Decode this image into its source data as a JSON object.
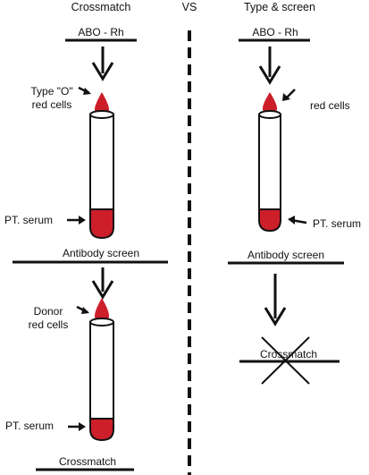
{
  "left_column": {
    "title": "Crossmatch",
    "step1_label": "ABO - Rh",
    "cells_label_line1": "Type \"O\"",
    "cells_label_line2": "red cells",
    "serum_label": "PT. serum",
    "step2_label": "Antibody screen",
    "donor_label_line1": "Donor",
    "donor_label_line2": "red cells",
    "serum_label_2": "PT. serum",
    "step3_label": "Crossmatch"
  },
  "divider_label": "VS",
  "right_column": {
    "title": "Type & screen",
    "step1_label": "ABO - Rh",
    "cells_label": "red cells",
    "serum_label": "PT. serum",
    "step2_label": "Antibody screen",
    "crossed_out_label": "Crossmatch"
  },
  "colors": {
    "red": "#cc1f2a",
    "ink": "#111111"
  }
}
